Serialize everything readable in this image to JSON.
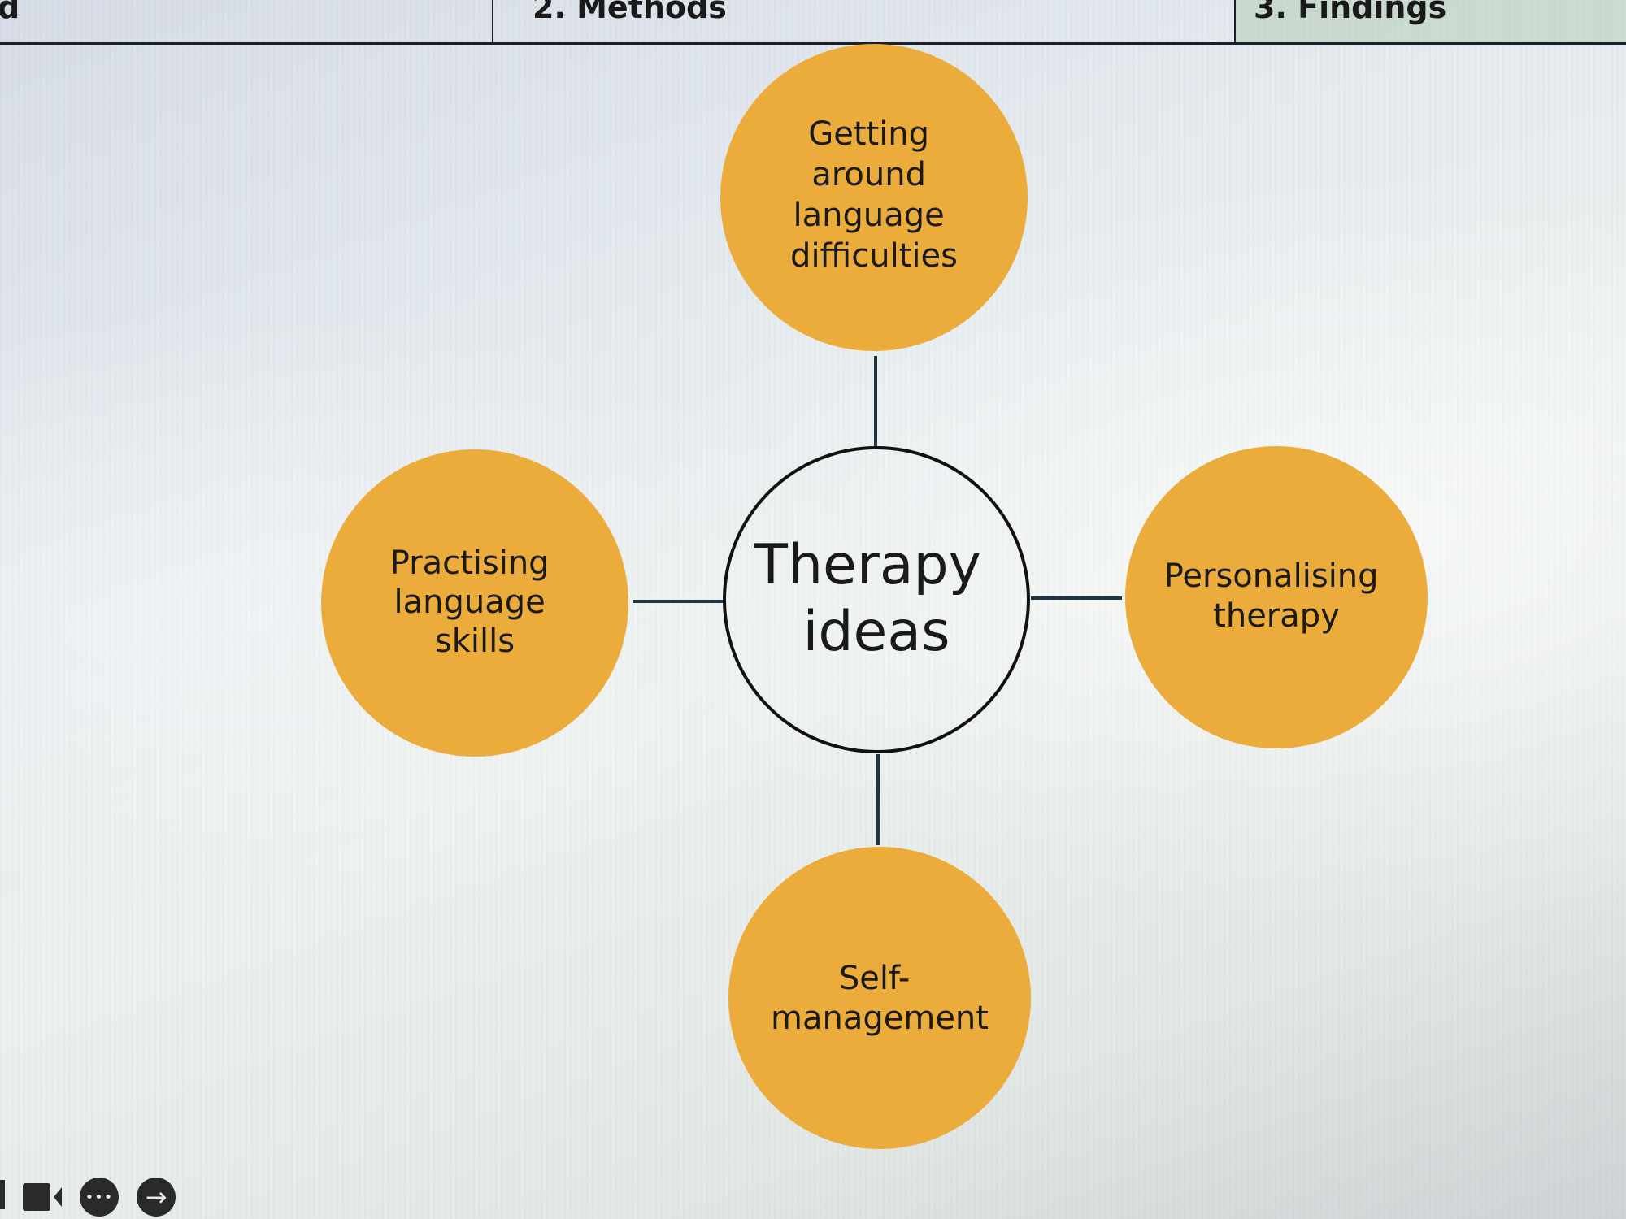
{
  "tabs": [
    {
      "label": "nd"
    },
    {
      "label": "2. Methods"
    },
    {
      "label": "3. Findings"
    }
  ],
  "diagram": {
    "center": {
      "lines": [
        "Therapy",
        "ideas"
      ]
    },
    "nodes": [
      {
        "id": "top",
        "lines": [
          "Getting",
          "around",
          "language",
          "difficulties"
        ]
      },
      {
        "id": "left",
        "lines": [
          "Practising",
          "language",
          "skills"
        ]
      },
      {
        "id": "right",
        "lines": [
          "Personalising",
          "therapy"
        ]
      },
      {
        "id": "bottom",
        "lines": [
          "Self-",
          "management"
        ]
      }
    ],
    "colors": {
      "node_fill": "#ECAC3C",
      "center_stroke": "#111111",
      "connector": "#1f3544"
    }
  },
  "toolbar": {
    "icons": [
      "video-camera-icon",
      "more-options-icon",
      "next-arrow-icon"
    ],
    "more_glyph": "•••",
    "next_glyph": "→"
  }
}
